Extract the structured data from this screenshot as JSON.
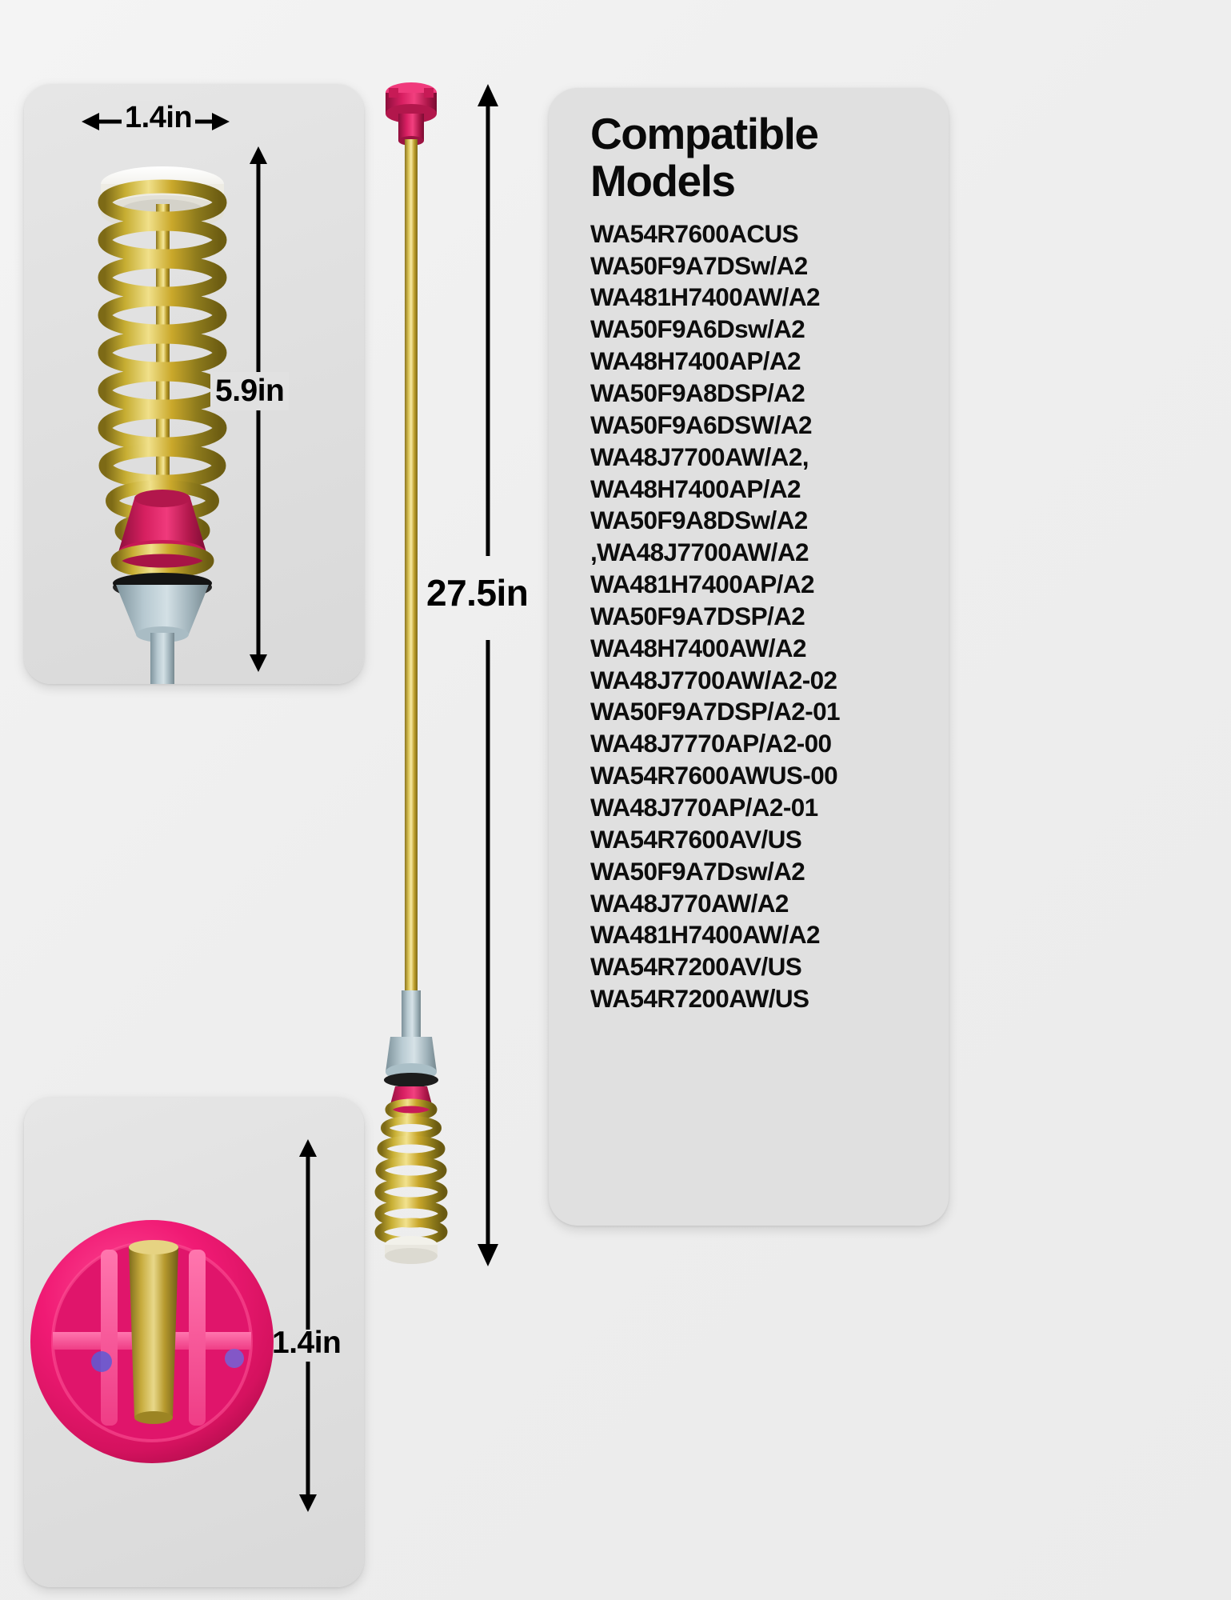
{
  "panels": {
    "top_left": {
      "name": "spring-assembly-side-view",
      "width_label": "1.4in",
      "height_label": "5.9in"
    },
    "bottom_left": {
      "name": "pink-cap-top-view",
      "diameter_label": "1.4in"
    },
    "center": {
      "name": "full-damper-rod",
      "length_label": "27.5in"
    }
  },
  "models_panel": {
    "title_line1": "Compatible",
    "title_line2": "Models",
    "models": [
      "WA54R7600ACUS",
      "WA50F9A7DSw/A2",
      "WA481H7400AW/A2",
      "WA50F9A6Dsw/A2",
      "WA48H7400AP/A2",
      "WA50F9A8DSP/A2",
      "WA50F9A6DSW/A2",
      "WA48J7700AW/A2,",
      "WA48H7400AP/A2",
      "WA50F9A8DSw/A2",
      ",WA48J7700AW/A2",
      "WA481H7400AP/A2",
      "WA50F9A7DSP/A2",
      "WA48H7400AW/A2",
      "WA48J7700AW/A2-02",
      "WA50F9A7DSP/A2-01",
      "WA48J7770AP/A2-00",
      "WA54R7600AWUS-00",
      "WA48J770AP/A2-01",
      "WA54R7600AV/US",
      "WA50F9A7Dsw/A2",
      "WA48J770AW/A2",
      "WA481H7400AW/A2",
      "WA54R7200AV/US",
      "WA54R7200AW/US"
    ]
  },
  "colors": {
    "background": "#f0f0f0",
    "card": "#e2e2e2",
    "panel": "#e0e0e0",
    "text": "#0d0d0d",
    "spring_gold": "#c9a227",
    "cap_magenta": "#d6195e",
    "cap_pink": "#ef1f77",
    "rod_brass": "#c9a33a",
    "collar_gray": "#a8bcc4",
    "disc_white": "#f3f3ef"
  }
}
